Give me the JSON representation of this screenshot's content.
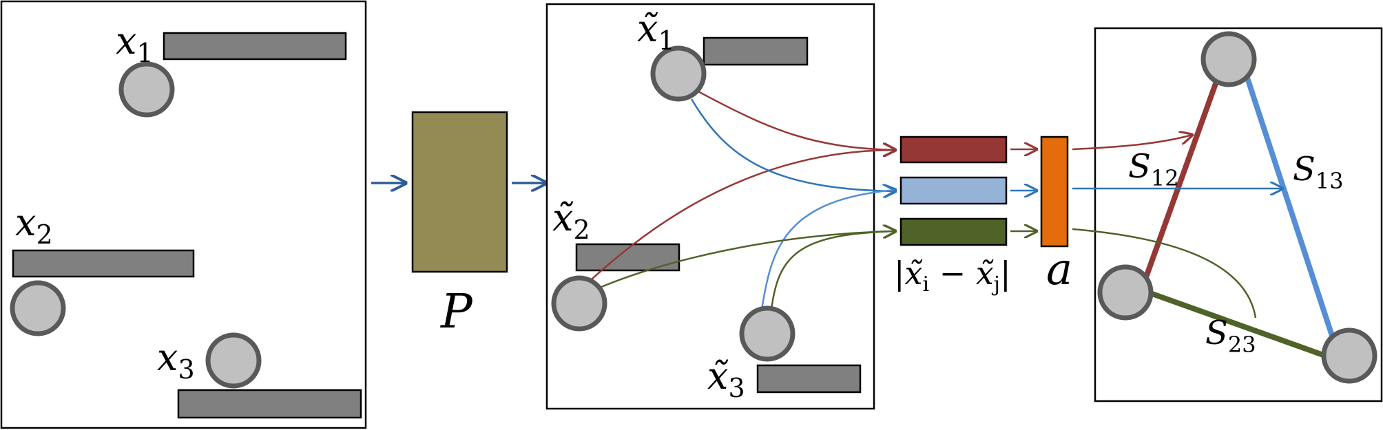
{
  "colors": {
    "feature_bar": "#808080",
    "node_fill": "#c0c0c0",
    "node_stroke": "#595959",
    "projection_block": "#948b54",
    "diff_red": "#953735",
    "diff_blue": "#95b3d7",
    "diff_green": "#4f6228",
    "attention_block": "#e46c0a",
    "flow_arrow": "#2e5c97",
    "edge_red": "#953735",
    "edge_blue": "#558ed5",
    "edge_green": "#4f6228"
  },
  "input_panel": {
    "labels": [
      {
        "base": "x",
        "sub": "1"
      },
      {
        "base": "x",
        "sub": "2"
      },
      {
        "base": "x",
        "sub": "3"
      }
    ]
  },
  "projection": {
    "label": "P"
  },
  "projected_panel": {
    "labels": [
      {
        "base": "x̃",
        "sub": "1"
      },
      {
        "base": "x̃",
        "sub": "2"
      },
      {
        "base": "x̃",
        "sub": "3"
      }
    ]
  },
  "difference": {
    "label": "|x̃i − x̃j|",
    "base_i": "|x̃",
    "sub_i": "i",
    "minus": " − x̃",
    "sub_j": "j",
    "close": "|"
  },
  "attention": {
    "label": "a"
  },
  "graph_panel": {
    "edges": [
      {
        "base": "S",
        "sub": "12"
      },
      {
        "base": "S",
        "sub": "13"
      },
      {
        "base": "S",
        "sub": "23"
      }
    ]
  }
}
